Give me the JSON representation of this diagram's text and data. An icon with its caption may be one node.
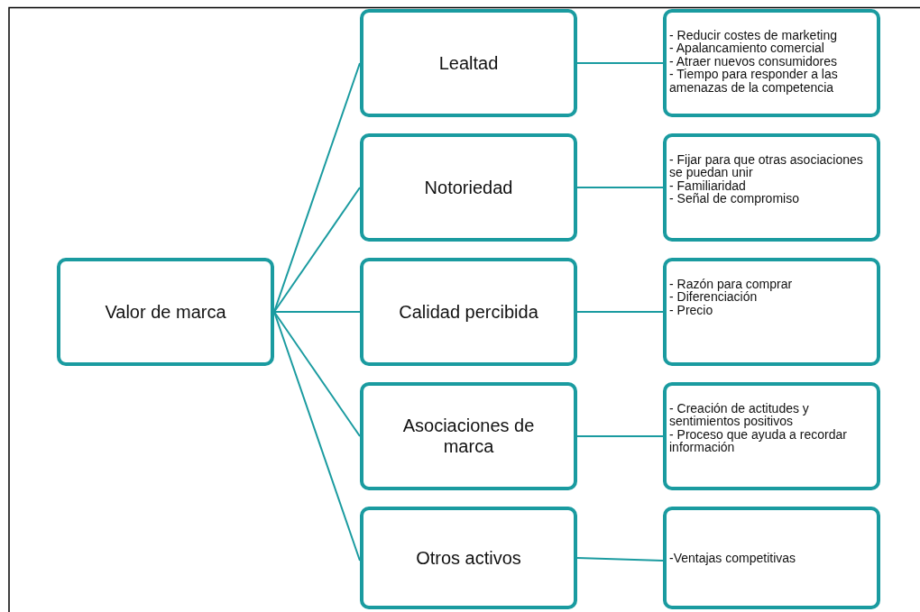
{
  "diagram": {
    "nodes": [
      {
        "text": [
          "Valor de marca"
        ]
      },
      {
        "text": [
          "Lealtad"
        ]
      },
      {
        "text": [
          "- Reducir costes de marketing",
          "- Apalancamiento comercial",
          "- Atraer nuevos consumidores",
          "- Tiempo para responder  a las amenazas de la competencia"
        ]
      },
      {
        "text": [
          "Notoriedad"
        ]
      },
      {
        "text": [
          "- Fijar para que otras asociaciones se puedan unir",
          "- Familiaridad",
          "- Señal de compromiso"
        ]
      },
      {
        "text": [
          "Calidad percibida"
        ]
      },
      {
        "text": [
          "- Razón para comprar",
          "- Diferenciación",
          "- Precio"
        ]
      },
      {
        "text": [
          "Asociaciones de marca"
        ]
      },
      {
        "text": [
          "- Creación de actitudes y sentimientos positivos",
          "- Proceso que ayuda a recordar información"
        ]
      },
      {
        "text": [
          "Otros activos"
        ]
      },
      {
        "text": [
          "-Ventajas competitivas"
        ]
      }
    ],
    "edges": [
      {
        "from": 0,
        "to": 1,
        "arrow": "none"
      },
      {
        "from": 0,
        "to": 3,
        "arrow": "none"
      },
      {
        "from": 0,
        "to": 5,
        "arrow": "none"
      },
      {
        "from": 0,
        "to": 7,
        "arrow": "none"
      },
      {
        "from": 0,
        "to": 9,
        "arrow": "none"
      },
      {
        "from": 1,
        "to": 2,
        "arrow": "none"
      },
      {
        "from": 3,
        "to": 4,
        "arrow": "none"
      },
      {
        "from": 5,
        "to": 6,
        "arrow": "none"
      },
      {
        "from": 7,
        "to": 8,
        "arrow": "none"
      },
      {
        "from": 9,
        "to": 10,
        "arrow": "none"
      }
    ]
  }
}
